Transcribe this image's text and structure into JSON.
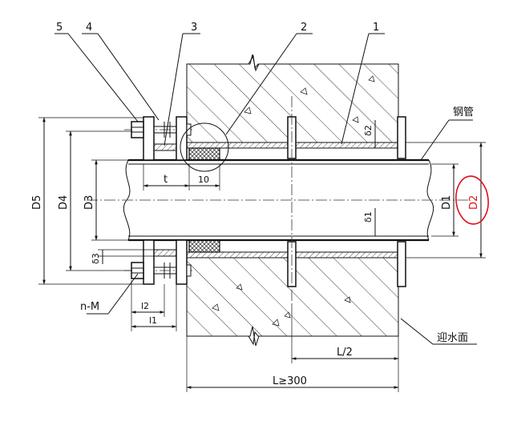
{
  "callouts": {
    "part_1": "1",
    "part_2": "2",
    "part_3": "3",
    "part_4": "4",
    "part_5": "5"
  },
  "labels": {
    "steel_pipe": "钢管",
    "water_face": "迎水面",
    "bolts": "n-M"
  },
  "dimensions": {
    "D5": "D5",
    "D4": "D4",
    "D3": "D3",
    "D1": "D1",
    "D2": "D2",
    "delta1": "δ1",
    "delta2": "δ2",
    "delta3": "δ3",
    "t": "t",
    "ten": "10",
    "l1": "l1",
    "l2": "l2",
    "half_L": "L/2",
    "L": "L≥300"
  },
  "colors": {
    "line": "#111111",
    "highlight": "#e0101a"
  }
}
